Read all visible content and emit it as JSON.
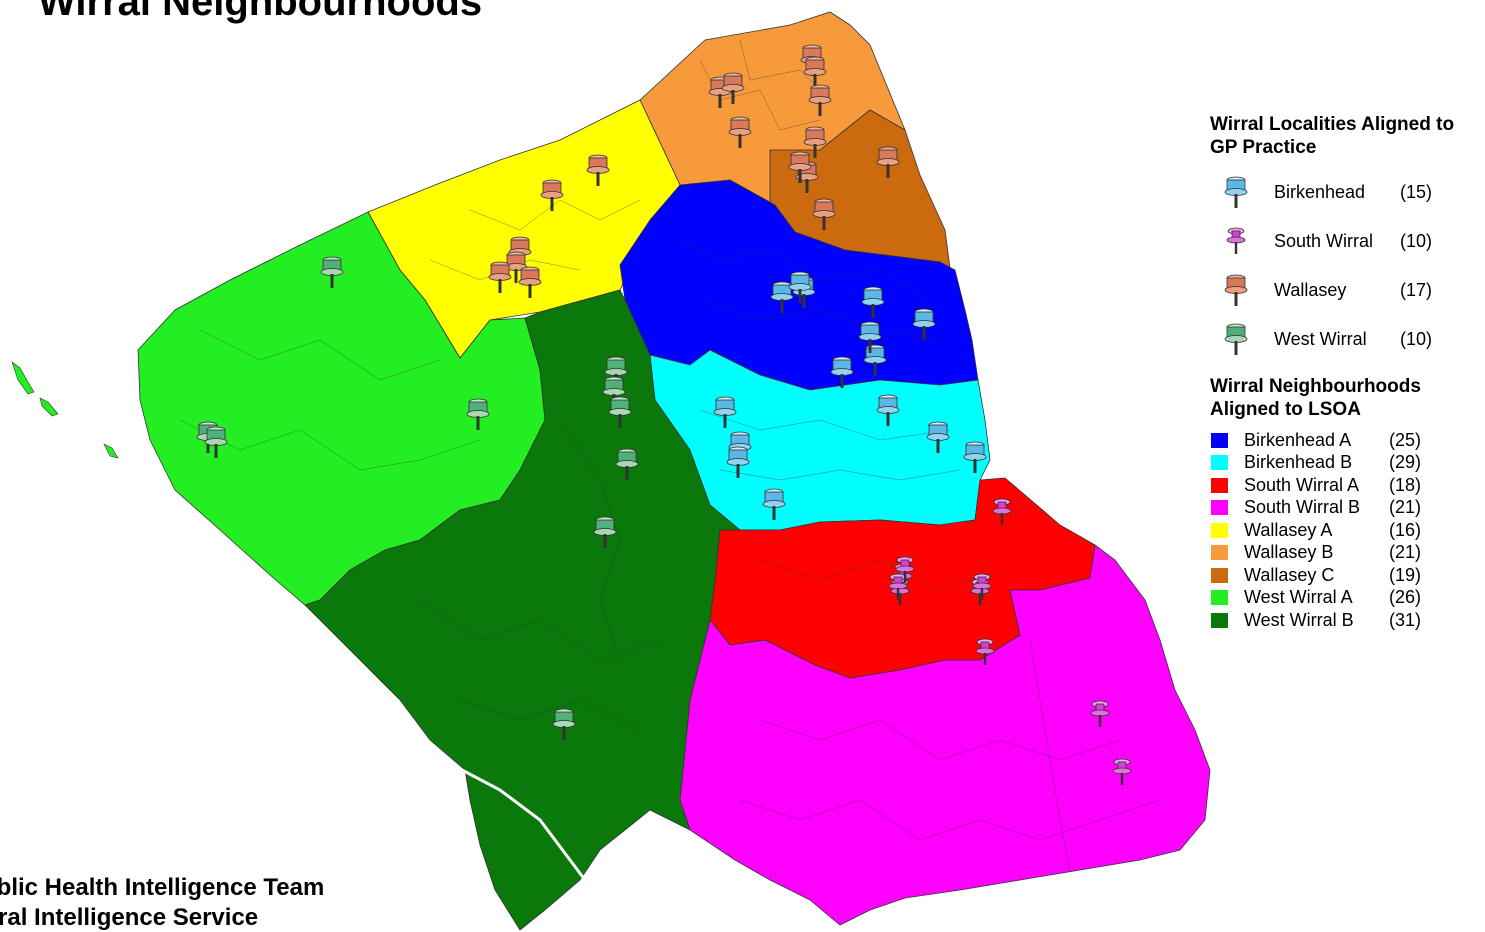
{
  "title": "Wirral Neighbourhoods",
  "credits": {
    "line1": "ublic Health Intelligence Team",
    "line2": "irral Intelligence Service"
  },
  "legend_localities": {
    "heading": "Wirral Localities Aligned to GP Practice",
    "items": [
      {
        "label": "Birkenhead",
        "count": "(15)",
        "pin_color": "#5bb8e6",
        "icon": "pushpin-icon"
      },
      {
        "label": "South Wirral",
        "count": "(10)",
        "pin_color": "#d63fd6",
        "icon": "thumbtack-icon"
      },
      {
        "label": "Wallasey",
        "count": "(17)",
        "pin_color": "#d9785a",
        "icon": "pushpin-icon"
      },
      {
        "label": "West Wirral",
        "count": "(10)",
        "pin_color": "#4fb07a",
        "icon": "pushpin-icon"
      }
    ]
  },
  "legend_neighbourhoods": {
    "heading": "Wirral Neighbourhoods Aligned to LSOA",
    "items": [
      {
        "label": "Birkenhead A",
        "count": "(25)",
        "color": "#0000ff"
      },
      {
        "label": "Birkenhead B",
        "count": "(29)",
        "color": "#00ffff"
      },
      {
        "label": "South Wirral A",
        "count": "(18)",
        "color": "#ff0000"
      },
      {
        "label": "South Wirral B",
        "count": "(21)",
        "color": "#ff00ff"
      },
      {
        "label": "Wallasey A",
        "count": "(16)",
        "color": "#ffff00"
      },
      {
        "label": "Wallasey B",
        "count": "(21)",
        "color": "#f79a3c"
      },
      {
        "label": "Wallasey C",
        "count": "(19)",
        "color": "#cc6a10"
      },
      {
        "label": "West Wirral A",
        "count": "(26)",
        "color": "#22ee22"
      },
      {
        "label": "West Wirral B",
        "count": "(31)",
        "color": "#0a780a"
      }
    ]
  }
}
